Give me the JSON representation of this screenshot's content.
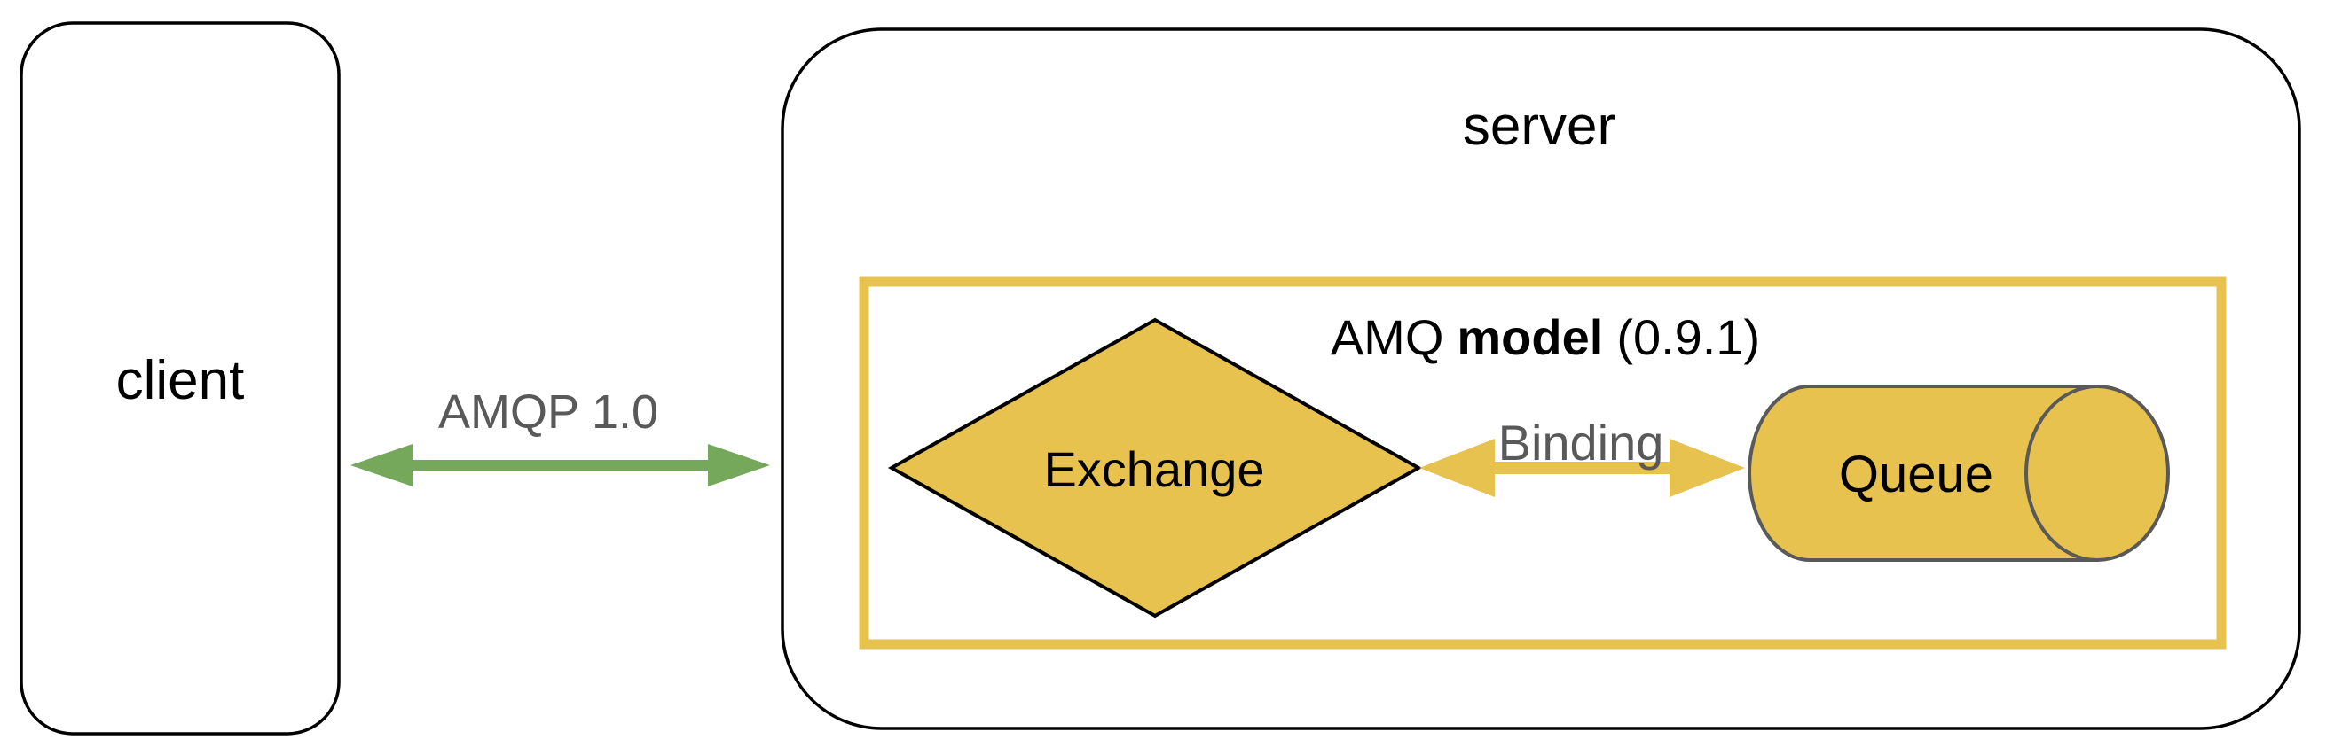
{
  "colors": {
    "accent_yellow": "#e7c24f",
    "arrow_green": "#75a85b",
    "text_gray": "#595959",
    "shape_stroke_gray": "#595959",
    "outline_black": "#000000"
  },
  "diagram": {
    "client": {
      "label": "client"
    },
    "connection": {
      "label": "AMQP 1.0"
    },
    "server": {
      "label": "server"
    },
    "amq_model": {
      "title_prefix": "AMQ",
      "title_bold": "model",
      "title_suffix": "(0.9.1)"
    },
    "exchange": {
      "label": "Exchange"
    },
    "binding": {
      "label": "Binding"
    },
    "queue": {
      "label": "Queue"
    }
  }
}
